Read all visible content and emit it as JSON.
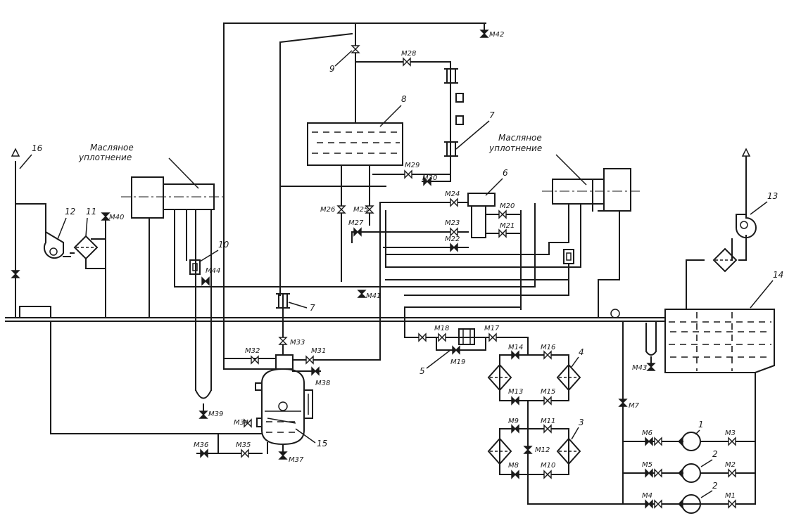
{
  "captions": {
    "oil_seal_left_1": "Масляное",
    "oil_seal_left_2": "уплотнение",
    "oil_seal_right_1": "Масляное",
    "oil_seal_right_2": "уплотнение"
  },
  "components": [
    {
      "id": "c1a",
      "num": "1"
    },
    {
      "id": "c2a",
      "num": "2"
    },
    {
      "id": "c2b",
      "num": "2"
    },
    {
      "id": "c3",
      "num": "3"
    },
    {
      "id": "c4",
      "num": "4"
    },
    {
      "id": "c5",
      "num": "5"
    },
    {
      "id": "c6",
      "num": "6"
    },
    {
      "id": "c7a",
      "num": "7"
    },
    {
      "id": "c7b",
      "num": "7"
    },
    {
      "id": "c8",
      "num": "8"
    },
    {
      "id": "c9",
      "num": "9"
    },
    {
      "id": "c10",
      "num": "10"
    },
    {
      "id": "c11",
      "num": "11"
    },
    {
      "id": "c12",
      "num": "12"
    },
    {
      "id": "c13",
      "num": "13"
    },
    {
      "id": "c14",
      "num": "14"
    },
    {
      "id": "c15",
      "num": "15"
    },
    {
      "id": "c16",
      "num": "16"
    }
  ],
  "valves": [
    {
      "id": "M1",
      "label": "M1"
    },
    {
      "id": "M2",
      "label": "M2"
    },
    {
      "id": "M3",
      "label": "M3"
    },
    {
      "id": "M4",
      "label": "M4"
    },
    {
      "id": "M5",
      "label": "M5"
    },
    {
      "id": "M6",
      "label": "M6"
    },
    {
      "id": "M7",
      "label": "M7"
    },
    {
      "id": "M8",
      "label": "M8"
    },
    {
      "id": "M9",
      "label": "M9"
    },
    {
      "id": "M10",
      "label": "M10"
    },
    {
      "id": "M11",
      "label": "M11"
    },
    {
      "id": "M12",
      "label": "M12"
    },
    {
      "id": "M13",
      "label": "M13"
    },
    {
      "id": "M14",
      "label": "M14"
    },
    {
      "id": "M15",
      "label": "M15"
    },
    {
      "id": "M16",
      "label": "M16"
    },
    {
      "id": "M17",
      "label": "M17"
    },
    {
      "id": "M18",
      "label": "M18"
    },
    {
      "id": "M19",
      "label": "M19"
    },
    {
      "id": "M20",
      "label": "M20"
    },
    {
      "id": "M21",
      "label": "M21"
    },
    {
      "id": "M22",
      "label": "M22"
    },
    {
      "id": "M23",
      "label": "M23"
    },
    {
      "id": "M24",
      "label": "M24"
    },
    {
      "id": "M25",
      "label": "M25"
    },
    {
      "id": "M26",
      "label": "M26"
    },
    {
      "id": "M27",
      "label": "M27"
    },
    {
      "id": "M28",
      "label": "M28"
    },
    {
      "id": "M29",
      "label": "M29"
    },
    {
      "id": "M30",
      "label": "M30"
    },
    {
      "id": "M31",
      "label": "M31"
    },
    {
      "id": "M32",
      "label": "M32"
    },
    {
      "id": "M33",
      "label": "M33"
    },
    {
      "id": "M34",
      "label": "M34"
    },
    {
      "id": "M35",
      "label": "M35"
    },
    {
      "id": "M36",
      "label": "M36"
    },
    {
      "id": "M37",
      "label": "M37"
    },
    {
      "id": "M38",
      "label": "M38"
    },
    {
      "id": "M39",
      "label": "M39"
    },
    {
      "id": "M40",
      "label": "M40"
    },
    {
      "id": "M41",
      "label": "M41"
    },
    {
      "id": "M42",
      "label": "M42"
    },
    {
      "id": "M43",
      "label": "M43"
    },
    {
      "id": "M44",
      "label": "M44"
    }
  ]
}
